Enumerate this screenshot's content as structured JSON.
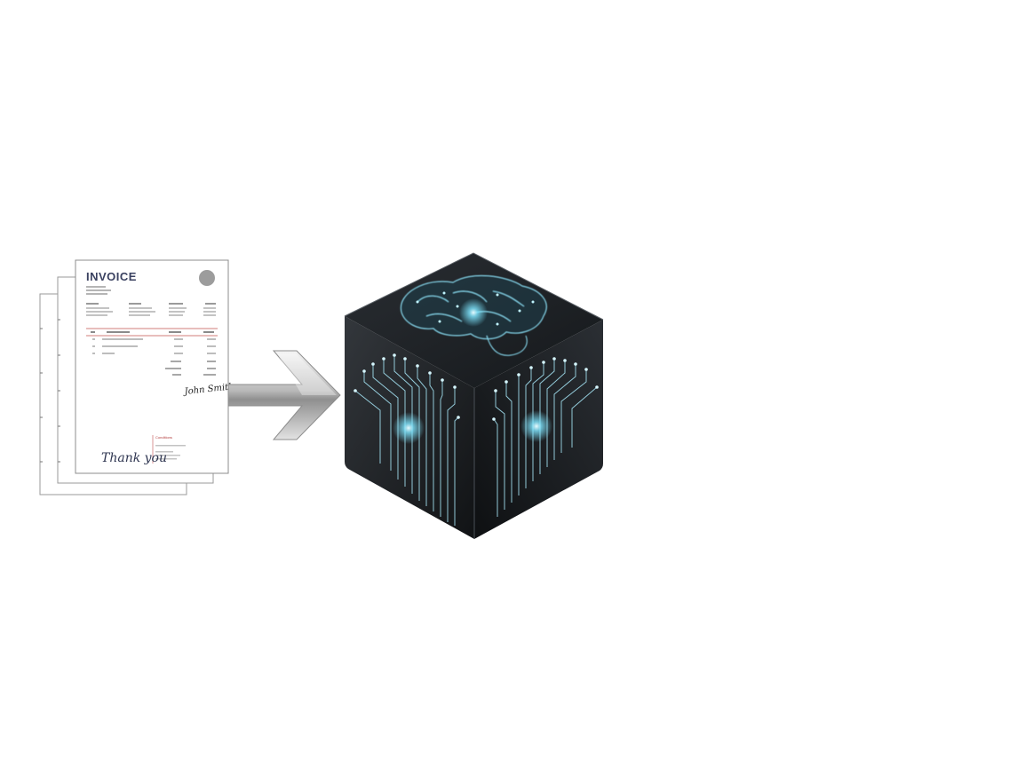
{
  "invoice": {
    "title": "INVOICE",
    "thank_you": "Thank you",
    "terms_label": "Conditions",
    "signature": "John Smith"
  },
  "colors": {
    "background": "#ffffff",
    "invoice_title": "#3a4160",
    "cube_dark": "#1c1f22",
    "circuit_glow": "#7fe6ff",
    "arrow_silver": "#c9c9c9"
  },
  "icons": {
    "documents": "invoice-stack-icon",
    "arrow": "right-arrow-icon",
    "ai": "brain-circuit-cube-icon"
  }
}
